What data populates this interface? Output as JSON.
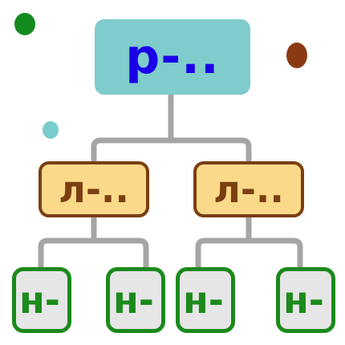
{
  "diagram": {
    "root": {
      "label": "р-.."
    },
    "children": [
      {
        "label": "л-..",
        "children": [
          {
            "label": "н-"
          },
          {
            "label": "н-"
          }
        ]
      },
      {
        "label": "л-..",
        "children": [
          {
            "label": "н-"
          },
          {
            "label": "н-"
          }
        ]
      }
    ]
  },
  "colors": {
    "root_fill": "#7ecccc",
    "root_text": "#1b00e8",
    "mid_fill": "#fbd98a",
    "mid_border": "#7a3f11",
    "leaf_fill": "#e6e6e6",
    "leaf_border": "#1b8a1b",
    "connector": "#a5a5a5",
    "dot_green": "#138a1e",
    "dot_brown": "#8a3a12",
    "dot_teal": "#78cdcc"
  }
}
